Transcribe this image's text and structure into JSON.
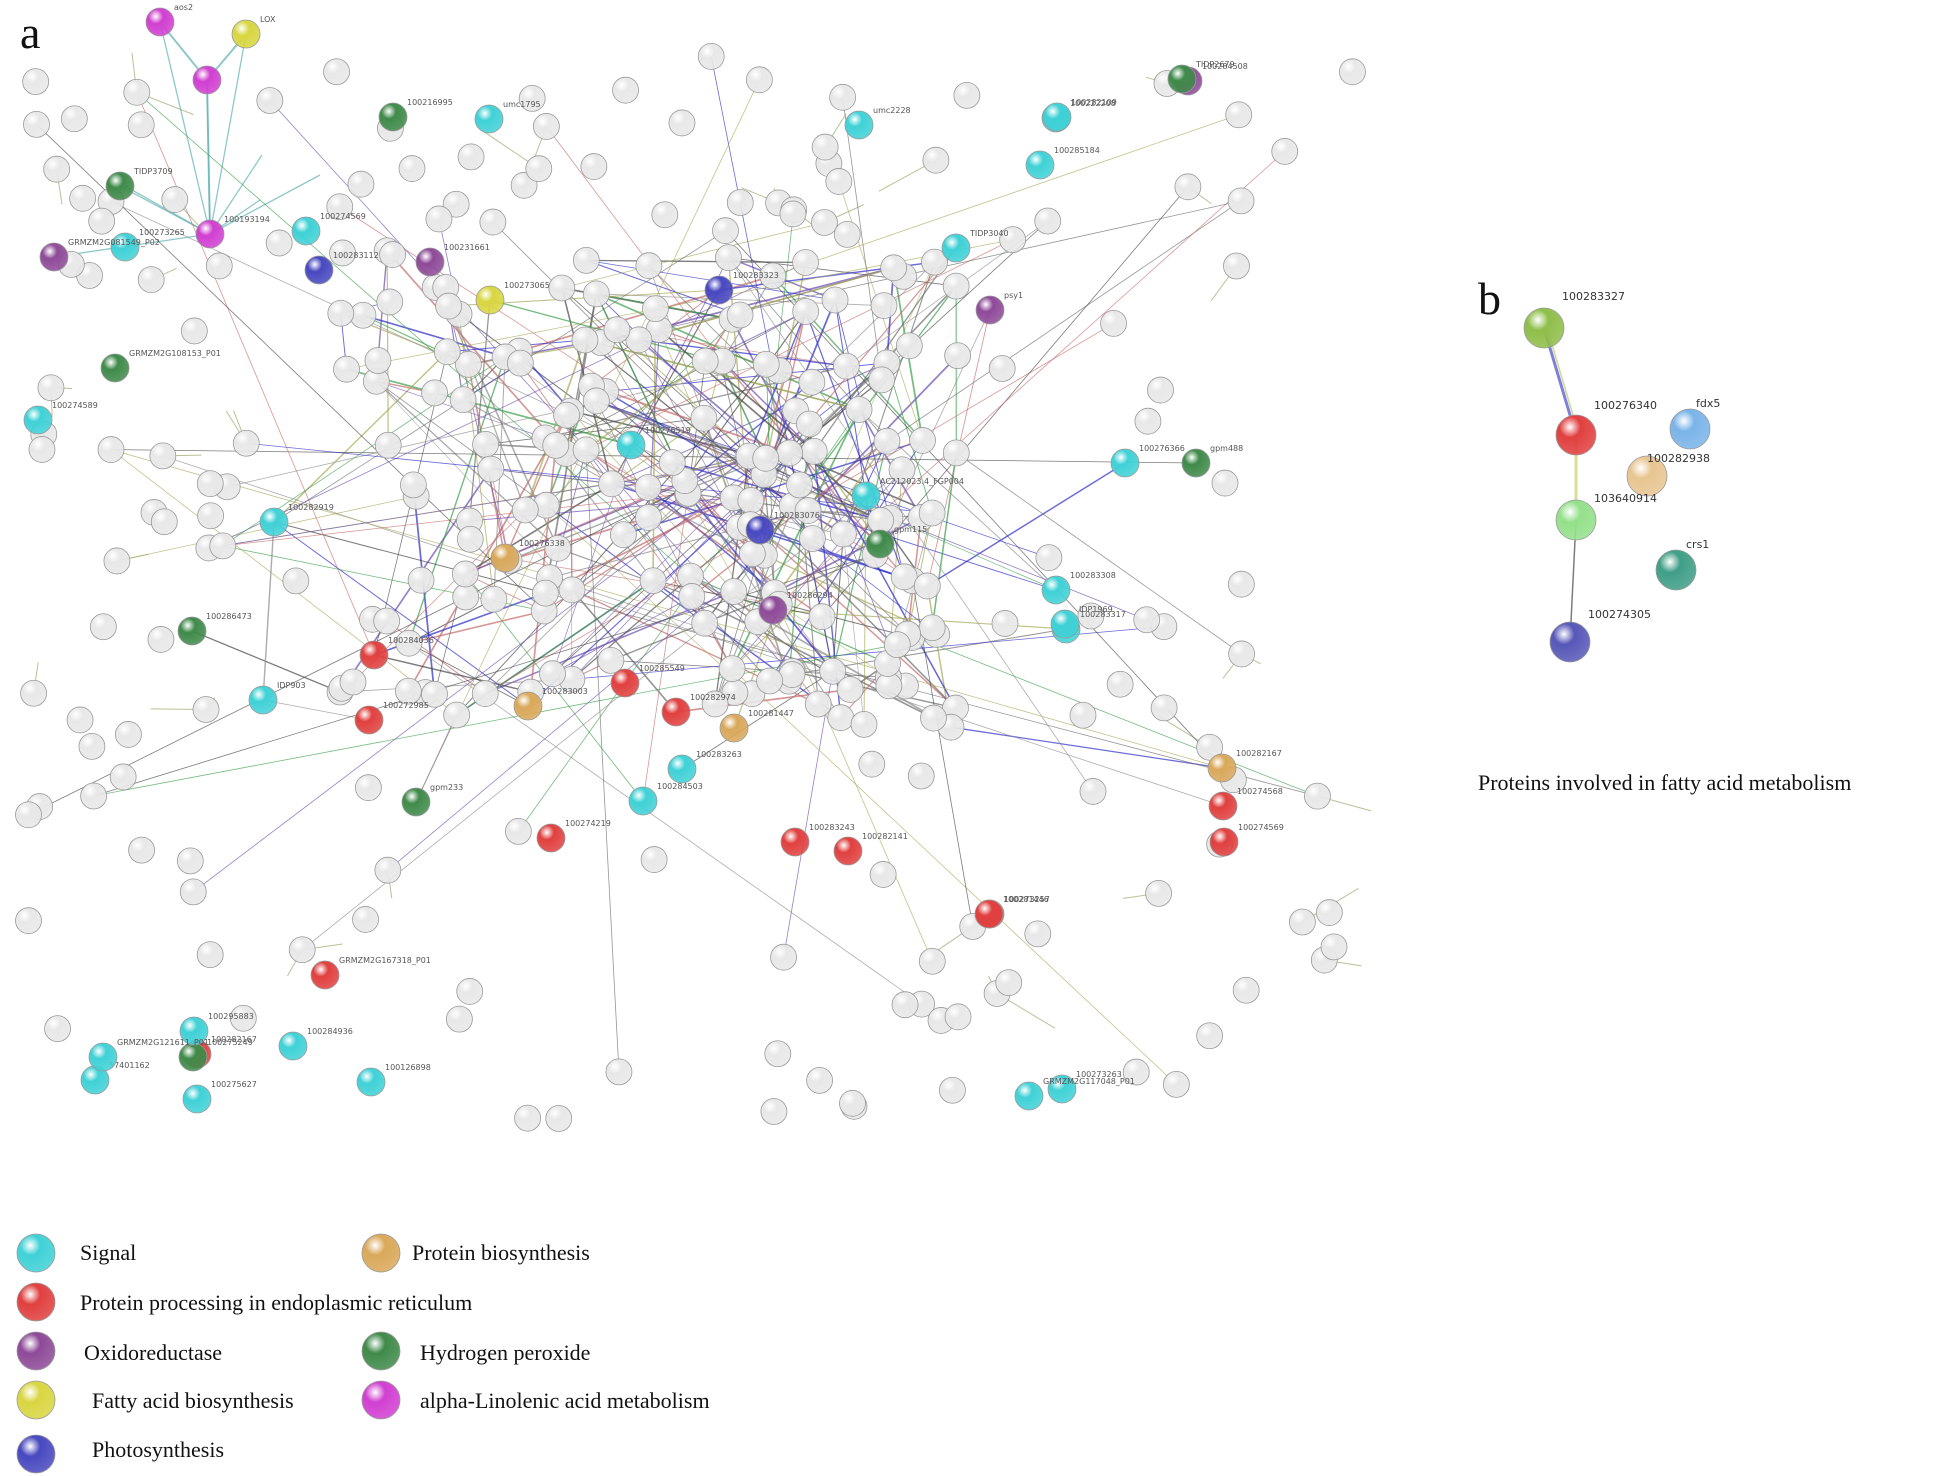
{
  "panel_a": {
    "letter": "a",
    "nodes": [
      {
        "label": "aos2",
        "category": "alpha_linolenic"
      },
      {
        "label": "LOX",
        "category": "fatty_acid"
      },
      {
        "label": "",
        "category": "alpha_linolenic"
      },
      {
        "label": "100193194",
        "category": "alpha_linolenic"
      },
      {
        "label": "100273265",
        "category": "signal"
      },
      {
        "label": "TIDP3709",
        "category": "hydrogen_peroxide"
      },
      {
        "label": "GRMZM2G081549_P02",
        "category": "oxidoreductase"
      },
      {
        "label": "100216995",
        "category": "hydrogen_peroxide"
      },
      {
        "label": "umc1795",
        "category": "signal"
      },
      {
        "label": "100274569",
        "category": "signal"
      },
      {
        "label": "100283112",
        "category": "photosynthesis"
      },
      {
        "label": "100231661",
        "category": "oxidoreductase"
      },
      {
        "label": "100284508",
        "category": "oxidoreductase"
      },
      {
        "label": "100222208",
        "category": "signal"
      },
      {
        "label": "TIDP2679",
        "category": "hydrogen_peroxide"
      },
      {
        "label": "umc2228",
        "category": "signal"
      },
      {
        "label": "100282109",
        "category": "signal"
      },
      {
        "label": "100285184",
        "category": "signal"
      },
      {
        "label": "GRMZM2G108153_P01",
        "category": "hydrogen_peroxide"
      },
      {
        "label": "100274589",
        "category": "signal"
      },
      {
        "label": "100273065",
        "category": "fatty_acid"
      },
      {
        "label": "100283323",
        "category": "photosynthesis"
      },
      {
        "label": "TIDP3040",
        "category": "signal"
      },
      {
        "label": "psy1",
        "category": "oxidoreductase"
      },
      {
        "label": "100276519",
        "category": "signal"
      },
      {
        "label": "100276366",
        "category": "signal"
      },
      {
        "label": "gpm488",
        "category": "hydrogen_peroxide"
      },
      {
        "label": "100282919",
        "category": "signal"
      },
      {
        "label": "AC212023.4_FGP004",
        "category": "signal"
      },
      {
        "label": "100283076",
        "category": "photosynthesis"
      },
      {
        "label": "gpm115",
        "category": "hydrogen_peroxide"
      },
      {
        "label": "100276338",
        "category": "protein_biosynthesis"
      },
      {
        "label": "100286294",
        "category": "oxidoreductase"
      },
      {
        "label": "100283308",
        "category": "signal"
      },
      {
        "label": "100286473",
        "category": "hydrogen_peroxide"
      },
      {
        "label": "100283317",
        "category": "signal"
      },
      {
        "label": "IDP903",
        "category": "signal"
      },
      {
        "label": "100284036",
        "category": "protein_processing"
      },
      {
        "label": "100282974",
        "category": "protein_processing"
      },
      {
        "label": "100283003",
        "category": "protein_biosynthesis"
      },
      {
        "label": "100282167",
        "category": "protein_biosynthesis"
      },
      {
        "label": "100274568",
        "category": "protein_processing"
      },
      {
        "label": "100274569",
        "category": "protein_processing"
      },
      {
        "label": "100272985",
        "category": "protein_processing"
      },
      {
        "label": "100283263",
        "category": "signal"
      },
      {
        "label": "gpm233",
        "category": "hydrogen_peroxide"
      },
      {
        "label": "100284503",
        "category": "signal"
      },
      {
        "label": "100281447",
        "category": "protein_biosynthesis"
      },
      {
        "label": "100285549",
        "category": "protein_processing"
      },
      {
        "label": "100273257",
        "category": "protein_processing"
      },
      {
        "label": "100274219",
        "category": "protein_processing"
      },
      {
        "label": "100282141",
        "category": "protein_processing"
      },
      {
        "label": "100283243",
        "category": "protein_processing"
      },
      {
        "label": "100281446",
        "category": "protein_processing"
      },
      {
        "label": "100273263",
        "category": "signal"
      },
      {
        "label": "100282167",
        "category": "protein_processing"
      },
      {
        "label": "100275627",
        "category": "signal"
      },
      {
        "label": "100275249",
        "category": "hydrogen_peroxide"
      },
      {
        "label": "100295883",
        "category": "signal"
      },
      {
        "label": "57401162",
        "category": "signal"
      },
      {
        "label": "GRMZM2G121611_P01",
        "category": "signal"
      },
      {
        "label": "100284936",
        "category": "signal"
      },
      {
        "label": "100126898",
        "category": "signal"
      },
      {
        "label": "GRMZM2G117048_P01",
        "category": "signal"
      },
      {
        "label": "GRMZM2G167318_P01",
        "category": "protein_processing"
      },
      {
        "label": "IDP1969",
        "category": "signal"
      }
    ]
  },
  "panel_b": {
    "letter": "b",
    "caption": "Proteins involved in fatty acid metabolism",
    "nodes": [
      {
        "label": "100283327",
        "color": "#8fbe4a"
      },
      {
        "label": "100276340",
        "color": "#e0403f"
      },
      {
        "label": "fdx5",
        "color": "#7ab4e8"
      },
      {
        "label": "100282938",
        "color": "#e8c591"
      },
      {
        "label": "103640914",
        "color": "#94e08a"
      },
      {
        "label": "crs1",
        "color": "#3f9e86"
      },
      {
        "label": "100274305",
        "color": "#5757b8"
      }
    ]
  },
  "legend": [
    {
      "key": "signal",
      "label": "Signal",
      "color": "#3fd1d6"
    },
    {
      "key": "protein_biosynthesis",
      "label": "Protein biosynthesis",
      "color": "#d9a85a"
    },
    {
      "key": "protein_processing",
      "label": "Protein processing in endoplasmic reticulum",
      "color": "#e0403f"
    },
    {
      "key": "oxidoreductase",
      "label": "Oxidoreductase",
      "color": "#8e4a98"
    },
    {
      "key": "hydrogen_peroxide",
      "label": "Hydrogen peroxide",
      "color": "#3f8a4a"
    },
    {
      "key": "fatty_acid",
      "label": "Fatty acid biosynthesis",
      "color": "#d8d640"
    },
    {
      "key": "alpha_linolenic",
      "label": "alpha-Linolenic acid metabolism",
      "color": "#d13fd1"
    },
    {
      "key": "photosynthesis",
      "label": "Photosynthesis",
      "color": "#4848c0"
    }
  ],
  "default_node_color": "#e8e8e8"
}
